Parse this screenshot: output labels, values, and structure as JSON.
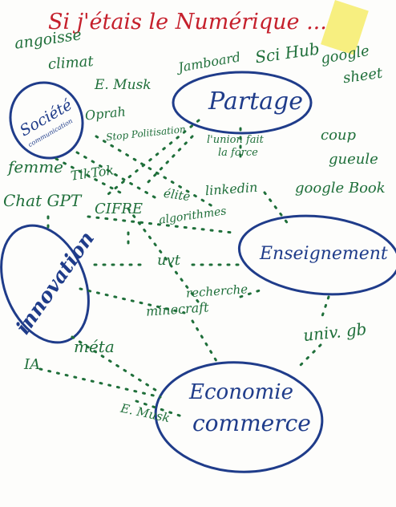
{
  "title": "Si j'étais le Numérique ...",
  "colors": {
    "paper": "#fdfdfb",
    "green_ink": "#1f6f3a",
    "blue_ink": "#1f3c8a",
    "red_ink": "#c5202c",
    "sticky": "#f6ec6a"
  },
  "clusters": {
    "societe": {
      "line1": "Société",
      "line2": "communication"
    },
    "partage": "Partage",
    "enseignement": "Enseignement",
    "innovation": "innovation",
    "economie": {
      "line1": "Economie",
      "line2": "commerce"
    }
  },
  "notes": {
    "angoisse": "angoisse",
    "climat": "climat",
    "jamboard": "Jamboard",
    "sci_hub": "Sci Hub",
    "google_sheet_1": "google",
    "google_sheet_2": "sheet",
    "emusk_top": "E. Musk",
    "oprah": "Oprah",
    "stop_politisation": "Stop Politisation",
    "union": "l'union fait",
    "la_force": "la force",
    "coup": "coup",
    "gueule": "gueule",
    "femme": "femme",
    "tiktok": "TikTok",
    "chatgpt": "Chat GPT",
    "cifre": "CIFRE",
    "elite": "élite",
    "linkedin": "linkedin",
    "algorithmes": "algorithmes",
    "google_book": "google Book",
    "uvt": "uvt",
    "recherche": "recherche",
    "minecraft": "minecraft",
    "meta": "méta",
    "univ_gb": "univ. gb",
    "ia": "IA",
    "emusk_bottom": "E. Musk"
  }
}
